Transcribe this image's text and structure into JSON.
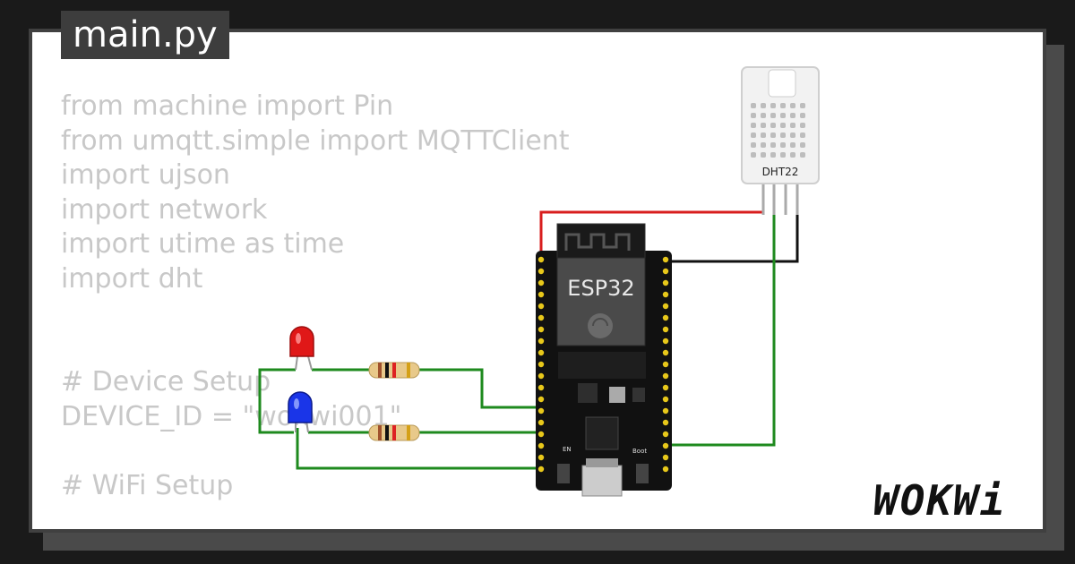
{
  "file_tab": "main.py",
  "code_lines": [
    "from machine import Pin",
    "from umqtt.simple import MQTTClient",
    "import ujson",
    "import network",
    "import utime as time",
    "import dht",
    "",
    "",
    "# Device Setup",
    "DEVICE_ID = \"wokwi001\"",
    "",
    "# WiFi Setup"
  ],
  "parts": {
    "esp32_label": "ESP32",
    "dht_label": "DHT22",
    "en_label": "EN",
    "boot_label": "Boot"
  },
  "brand": "WOKWi",
  "colors": {
    "wire_red": "#d81e1e",
    "wire_black": "#111111",
    "wire_green": "#1e8a1e",
    "led_red": "#e01818",
    "led_blue": "#1a35e8",
    "board": "#111111",
    "pin": "#e8c81a"
  }
}
